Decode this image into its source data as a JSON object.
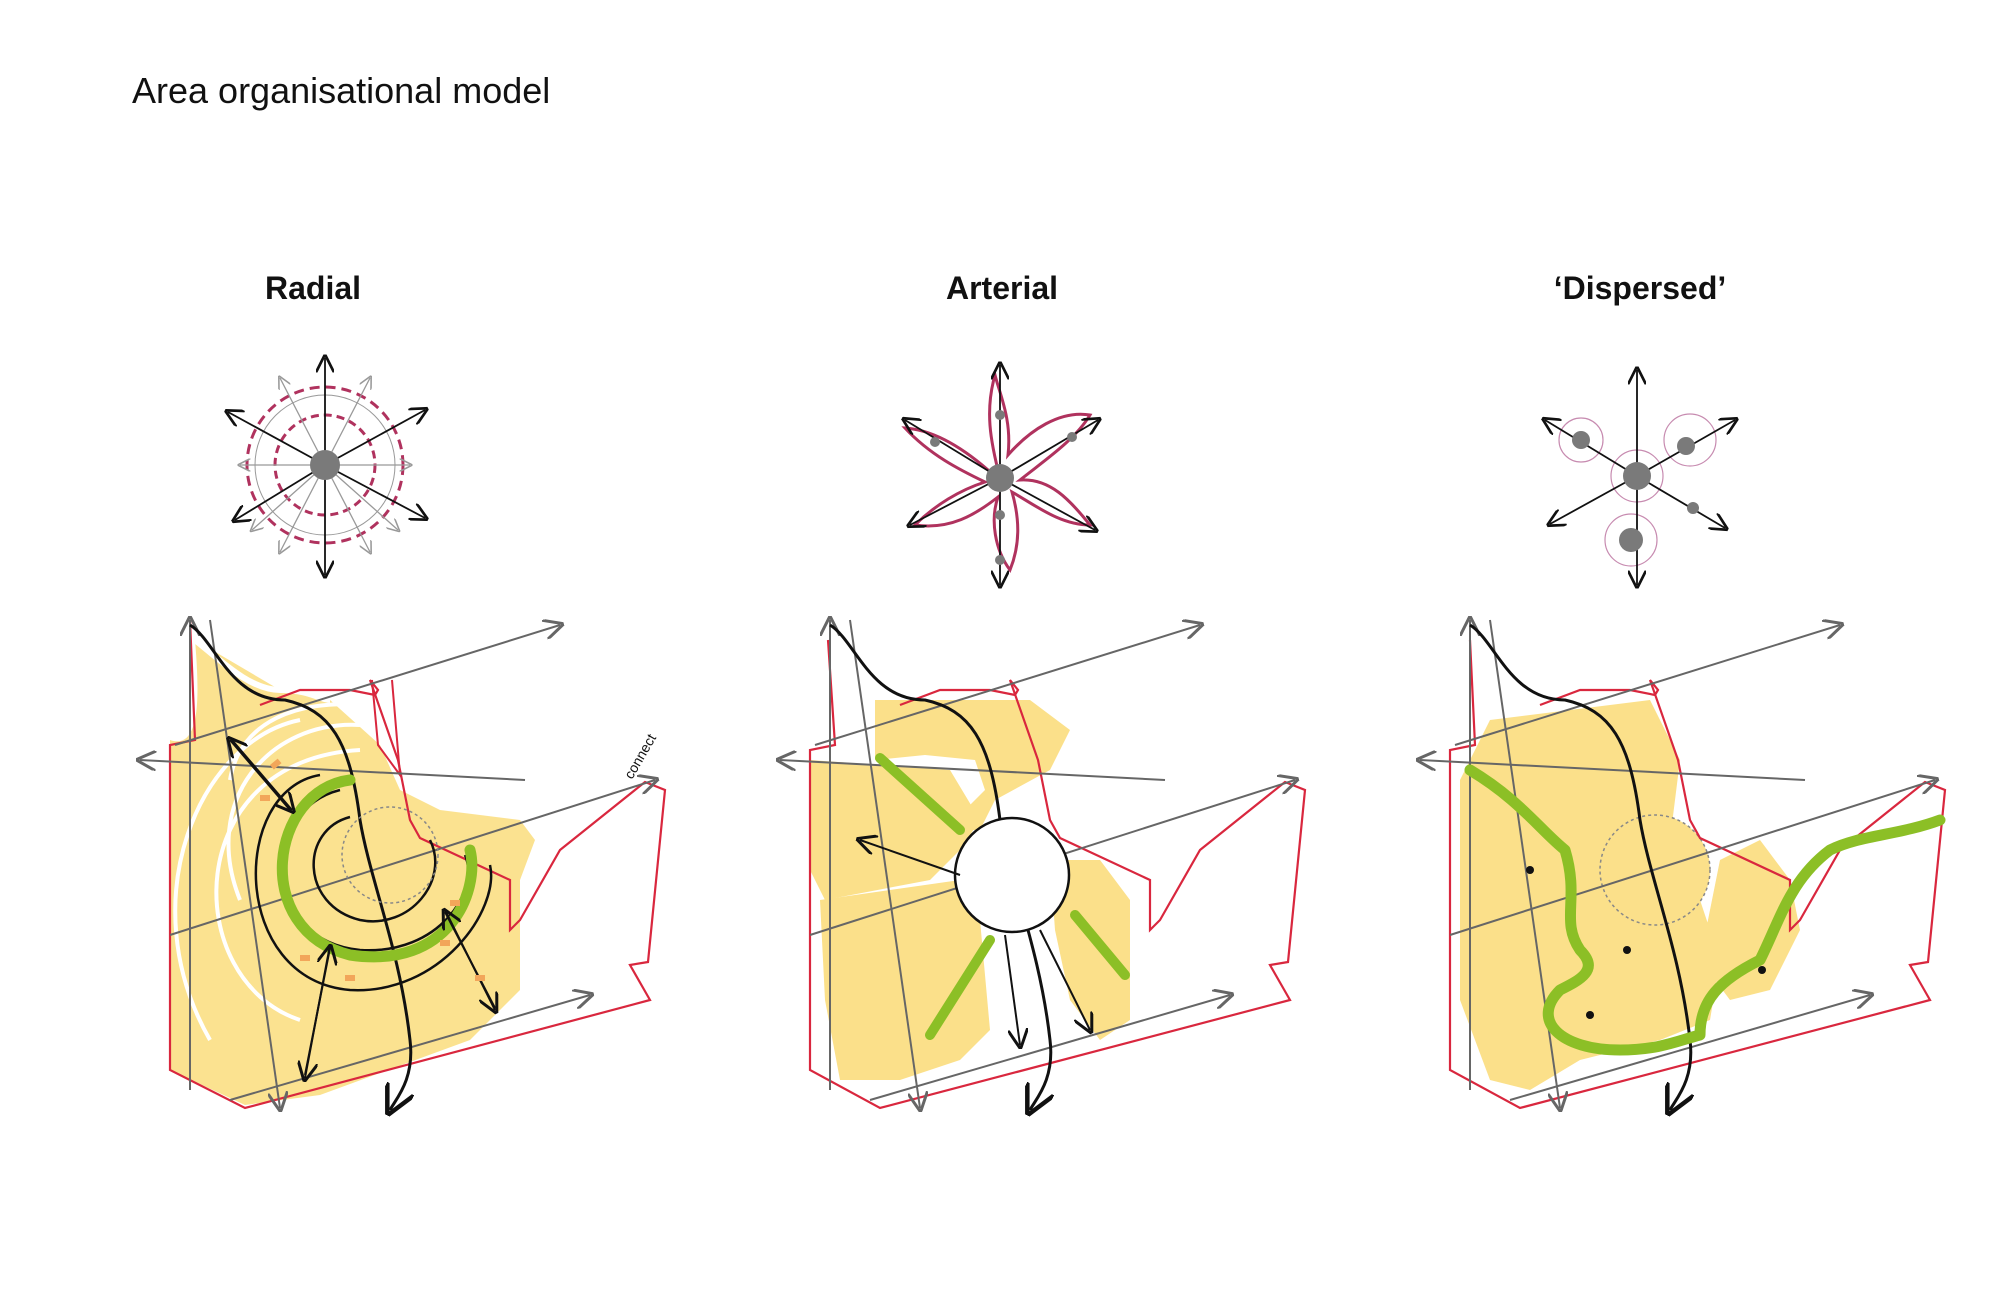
{
  "title": "Area organisational model",
  "panels": [
    {
      "label": "Radial",
      "icon": "radial-model-icon"
    },
    {
      "label": "Arterial",
      "icon": "arterial-model-icon"
    },
    {
      "label": "‘Dispersed’",
      "icon": "dispersed-model-icon"
    }
  ],
  "annotation": "connect",
  "colors": {
    "site_fill": "#fbe08a",
    "site_boundary": "#d9273e",
    "green_link": "#8cbf26",
    "buildings": "#f2a65a",
    "node": "#7a7a7a",
    "line": "#111111",
    "axis": "#666666",
    "zone": "#b0325e"
  }
}
